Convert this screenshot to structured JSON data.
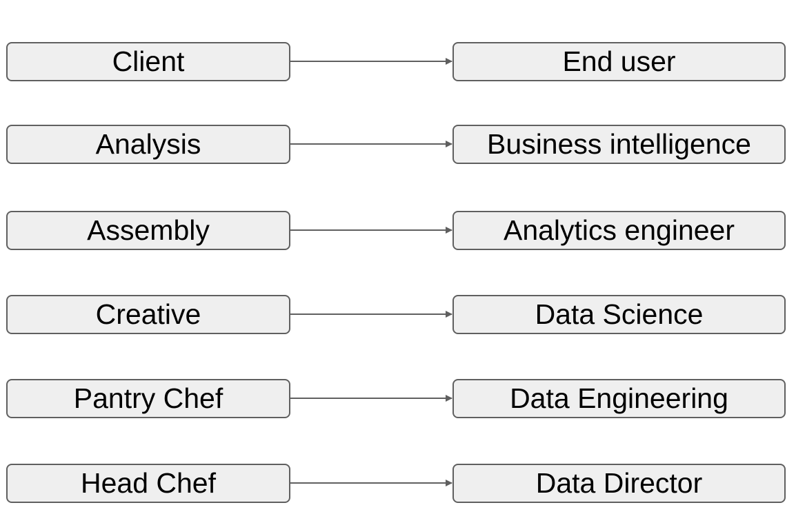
{
  "mappings": [
    {
      "from": "Client",
      "to": "End user"
    },
    {
      "from": "Analysis",
      "to": "Business intelligence"
    },
    {
      "from": "Assembly",
      "to": "Analytics engineer"
    },
    {
      "from": "Creative",
      "to": "Data Science"
    },
    {
      "from": "Pantry Chef",
      "to": "Data Engineering"
    },
    {
      "from": "Head Chef",
      "to": "Data Director"
    }
  ],
  "colors": {
    "box_fill": "#efefef",
    "box_border": "#5f5f5f",
    "arrow": "#5f5f5f",
    "text": "#000000"
  }
}
